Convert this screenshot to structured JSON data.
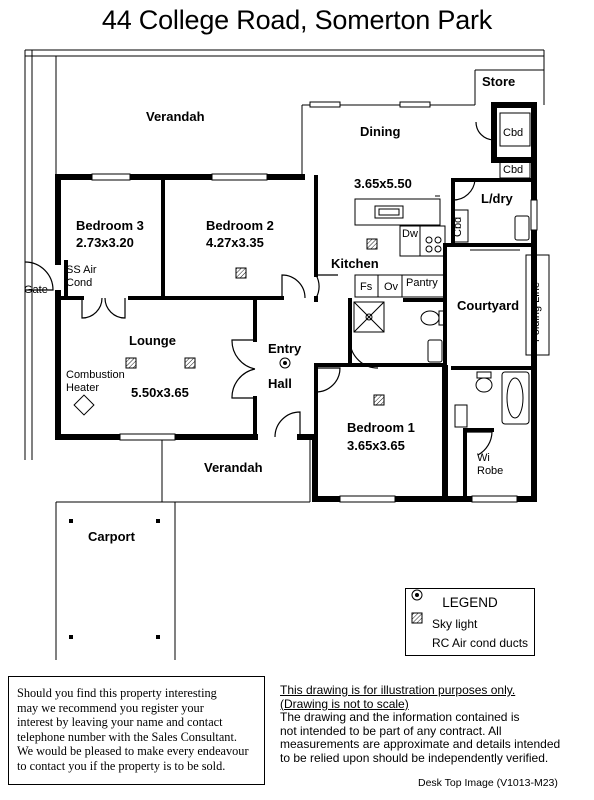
{
  "title": "44 College Road,  Somerton Park",
  "rooms": {
    "verandah_top": "Verandah",
    "store": "Store",
    "dining": "Dining",
    "dining_size": "3.65x5.50",
    "cbd": "Cbd",
    "ldry": "L/dry",
    "bedroom3": "Bedroom 3",
    "bedroom3_size": "2.73x3.20",
    "bedroom2": "Bedroom 2",
    "bedroom2_size": "4.27x3.35",
    "dw": "Dw",
    "kitchen": "Kitchen",
    "fs": "Fs",
    "ov": "Ov",
    "pantry": "Pantry",
    "ss_air": "SS Air",
    "cond": "Cond",
    "gate": "Gate",
    "courtyard": "Courtyard",
    "folding_line": "Folding Line",
    "lounge": "Lounge",
    "entry": "Entry",
    "hall": "Hall",
    "combustion": "Combustion",
    "heater": "Heater",
    "lounge_size": "5.50x3.65",
    "bedroom1": "Bedroom 1",
    "bedroom1_size": "3.65x3.65",
    "wi": "Wi",
    "robe": "Robe",
    "verandah_bottom": "Verandah",
    "carport": "Carport"
  },
  "legend": {
    "title": "LEGEND",
    "sky_light": "Sky light",
    "rc_air": "RC Air cond ducts"
  },
  "inquiry": {
    "line1": "Should you find this property interesting",
    "line2": "may we recommend you register your",
    "line3": "interest by leaving your name and contact",
    "line4": "telephone number with the Sales Consultant.",
    "line5": "We would be pleased to make every endeavour",
    "line6": "to contact you if the property is to be sold."
  },
  "disclaimer": {
    "line1": "This drawing is for illustration purposes only.",
    "line2": "(Drawing is not to scale)",
    "line3": "The drawing and the information contained is",
    "line4": "not intended to be part of any contract.  All",
    "line5": "measurements are approximate and details intended",
    "line6": "to be relied upon should be independently verified."
  },
  "footer": "Desk Top Image  (V1013-M23)"
}
